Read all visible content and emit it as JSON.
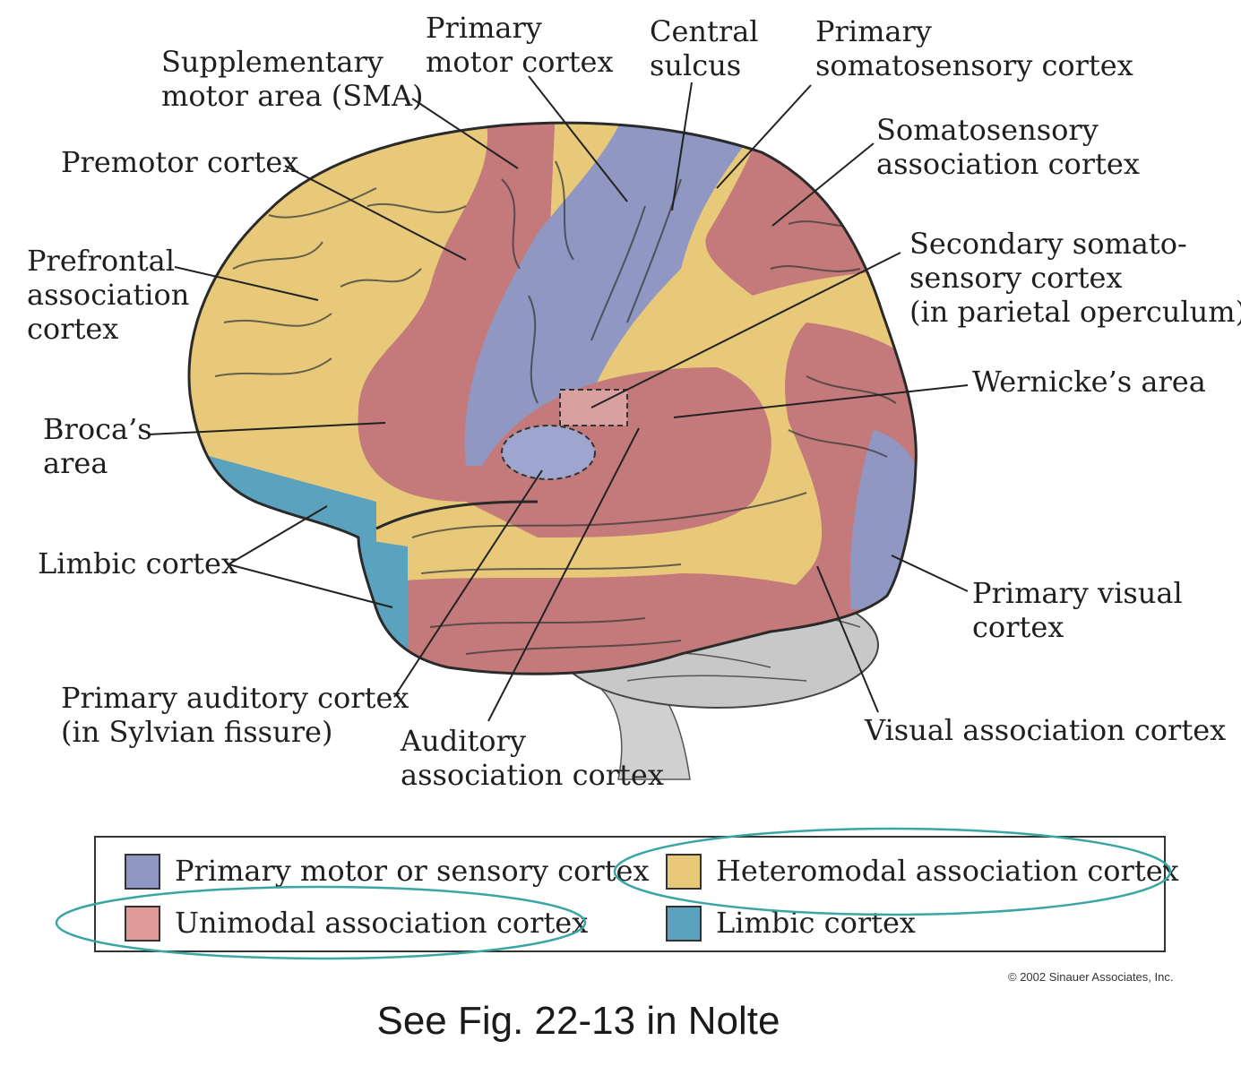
{
  "colors": {
    "primary": "#8f97c2",
    "unimodal": "#c47a7a",
    "heteromodal": "#e8c97a",
    "limbic": "#5aa2be",
    "highlight_ring": "#3aa5a5",
    "cerebellum": "#c8c8c8"
  },
  "labels": {
    "sma": "Supplementary\nmotor area (SMA)",
    "primary_motor": "Primary\nmotor cortex",
    "central_sulcus": "Central\nsulcus",
    "primary_somatosensory": "Primary\nsomatosensory cortex",
    "premotor": "Premotor cortex",
    "somatosensory_assoc": "Somatosensory\nassociation cortex",
    "prefrontal": "Prefrontal\nassociation\ncortex",
    "secondary_somato": "Secondary somato-\nsensory cortex\n(in parietal operculum)",
    "wernicke": "Wernicke’s area",
    "broca": "Broca’s\narea",
    "limbic": "Limbic cortex",
    "primary_visual": "Primary visual\ncortex",
    "primary_auditory": "Primary auditory cortex\n(in Sylvian fissure)",
    "auditory_assoc": "Auditory\nassociation cortex",
    "visual_assoc": "Visual association cortex"
  },
  "legend": {
    "primary": "Primary motor or sensory cortex",
    "heteromodal": "Heteromodal association cortex",
    "unimodal": "Unimodal association cortex",
    "limbic": "Limbic cortex"
  },
  "copyright": "© 2002 Sinauer Associates, Inc.",
  "caption": "See Fig. 22-13 in Nolte"
}
